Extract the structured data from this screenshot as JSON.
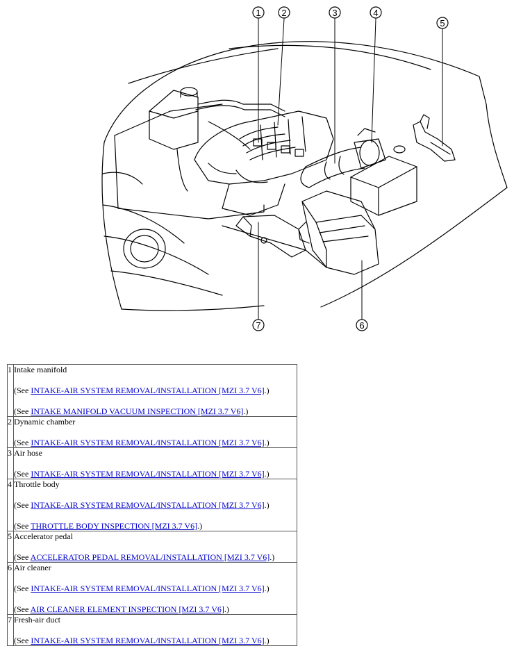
{
  "diagram": {
    "callouts": [
      {
        "num": "1"
      },
      {
        "num": "2"
      },
      {
        "num": "3"
      },
      {
        "num": "4"
      },
      {
        "num": "5"
      },
      {
        "num": "6"
      },
      {
        "num": "7"
      }
    ]
  },
  "parts": [
    {
      "num": "1",
      "name": "Intake manifold",
      "refs": [
        {
          "prefix": "(See ",
          "link": "INTAKE-AIR SYSTEM REMOVAL/INSTALLATION [MZI 3.7 V6]",
          "suffix": ".)"
        },
        {
          "prefix": "(See ",
          "link": "INTAKE MANIFOLD VACUUM INSPECTION [MZI 3.7 V6]",
          "suffix": ".)"
        }
      ]
    },
    {
      "num": "2",
      "name": "Dynamic chamber",
      "refs": [
        {
          "prefix": "(See ",
          "link": "INTAKE-AIR SYSTEM REMOVAL/INSTALLATION [MZI 3.7 V6]",
          "suffix": ".)"
        }
      ]
    },
    {
      "num": "3",
      "name": "Air hose",
      "refs": [
        {
          "prefix": "(See ",
          "link": "INTAKE-AIR SYSTEM REMOVAL/INSTALLATION [MZI 3.7 V6]",
          "suffix": ".)"
        }
      ]
    },
    {
      "num": "4",
      "name": "Throttle body",
      "refs": [
        {
          "prefix": "(See ",
          "link": "INTAKE-AIR SYSTEM REMOVAL/INSTALLATION [MZI 3.7 V6]",
          "suffix": ".)"
        },
        {
          "prefix": "(See ",
          "link": "THROTTLE BODY INSPECTION [MZI 3.7 V6]",
          "suffix": ".)"
        }
      ]
    },
    {
      "num": "5",
      "name": "Accelerator pedal",
      "refs": [
        {
          "prefix": "(See ",
          "link": "ACCELERATOR PEDAL REMOVAL/INSTALLATION [MZI 3.7 V6]",
          "suffix": ".)"
        }
      ]
    },
    {
      "num": "6",
      "name": "Air cleaner",
      "refs": [
        {
          "prefix": "(See ",
          "link": "INTAKE-AIR SYSTEM REMOVAL/INSTALLATION [MZI 3.7 V6]",
          "suffix": ".)"
        },
        {
          "prefix": "(See ",
          "link": "AIR CLEANER ELEMENT INSPECTION [MZI 3.7 V6]",
          "suffix": ".)"
        }
      ]
    },
    {
      "num": "7",
      "name": "Fresh-air duct",
      "refs": [
        {
          "prefix": "(See ",
          "link": "INTAKE-AIR SYSTEM REMOVAL/INSTALLATION [MZI 3.7 V6]",
          "suffix": ".)"
        }
      ]
    }
  ]
}
